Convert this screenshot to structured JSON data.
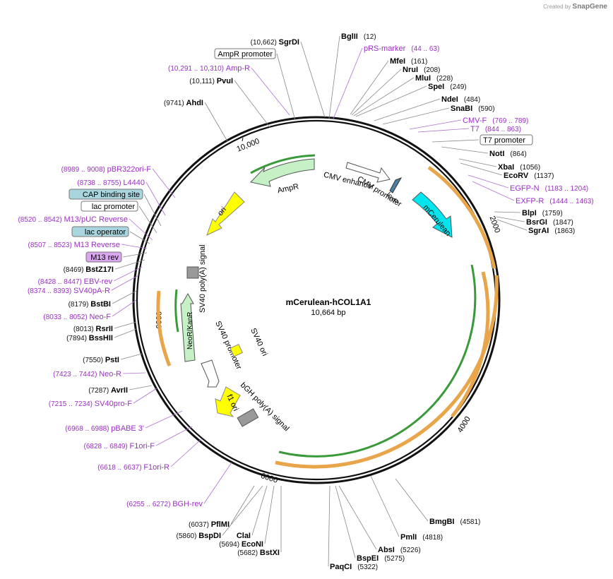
{
  "credit": {
    "prefix": "Created by",
    "brand": "SnapGene"
  },
  "plasmid": {
    "name": "mCerulean-hCOL1A1",
    "length": "10,664 bp"
  },
  "colors": {
    "enzyme": "#000000",
    "primer": "#9b2fc4",
    "feature_box": "#a9d6de",
    "orf_orange": "#e8a54a",
    "green": "#2e8b2e"
  },
  "ticks": [
    "2000",
    "4000",
    "6000",
    "8000",
    "10,000"
  ],
  "labels": [
    {
      "name": "BglII",
      "pos": "(12)",
      "kind": "enzyme"
    },
    {
      "name": "pRS-marker",
      "pos": "(44 .. 63)",
      "kind": "primer"
    },
    {
      "name": "MfeI",
      "pos": "(161)",
      "kind": "enzyme"
    },
    {
      "name": "NruI",
      "pos": "(208)",
      "kind": "enzyme"
    },
    {
      "name": "MluI",
      "pos": "(228)",
      "kind": "enzyme"
    },
    {
      "name": "SpeI",
      "pos": "(249)",
      "kind": "enzyme"
    },
    {
      "name": "NdeI",
      "pos": "(484)",
      "kind": "enzyme"
    },
    {
      "name": "SnaBI",
      "pos": "(590)",
      "kind": "enzyme"
    },
    {
      "name": "CMV-F",
      "pos": "(769 .. 789)",
      "kind": "primer"
    },
    {
      "name": "T7",
      "pos": "(844 .. 863)",
      "kind": "primer"
    },
    {
      "name": "T7 promoter",
      "pos": "",
      "kind": "feature"
    },
    {
      "name": "NotI",
      "pos": "(864)",
      "kind": "enzyme"
    },
    {
      "name": "XbaI",
      "pos": "(1056)",
      "kind": "enzyme"
    },
    {
      "name": "EcoRV",
      "pos": "(1137)",
      "kind": "enzyme"
    },
    {
      "name": "EGFP-N",
      "pos": "(1183 .. 1204)",
      "kind": "primer"
    },
    {
      "name": "EXFP-R",
      "pos": "(1444 .. 1463)",
      "kind": "primer"
    },
    {
      "name": "BlpI",
      "pos": "(1759)",
      "kind": "enzyme"
    },
    {
      "name": "BsrGI",
      "pos": "(1847)",
      "kind": "enzyme"
    },
    {
      "name": "SgrAI",
      "pos": "(1863)",
      "kind": "enzyme"
    },
    {
      "name": "BmgBI",
      "pos": "(4581)",
      "kind": "enzyme"
    },
    {
      "name": "PmlI",
      "pos": "(4818)",
      "kind": "enzyme"
    },
    {
      "name": "AbsI",
      "pos": "(5226)",
      "kind": "enzyme"
    },
    {
      "name": "BspEI",
      "pos": "(5275)",
      "kind": "enzyme"
    },
    {
      "name": "PaqCI",
      "pos": "(5322)",
      "kind": "enzyme"
    },
    {
      "name": "BsmBI",
      "pos": "(6037)",
      "kind": "enzyme",
      "display": "PflMI"
    },
    {
      "name": "BspDI",
      "pos": "(5860)",
      "kind": "enzyme"
    },
    {
      "name": "ClaI",
      "pos": "",
      "kind": "enzyme"
    },
    {
      "name": "EcoNI",
      "pos": "(5694)",
      "kind": "enzyme"
    },
    {
      "name": "BstXI",
      "pos": "(5682)",
      "kind": "enzyme"
    },
    {
      "name": "BGH-rev",
      "pos": "(6255 .. 6272)",
      "kind": "primer"
    },
    {
      "name": "F1ori-R",
      "pos": "(6618 .. 6637)",
      "kind": "primer"
    },
    {
      "name": "F1ori-F",
      "pos": "(6828 .. 6849)",
      "kind": "primer"
    },
    {
      "name": "pBABE 3'",
      "pos": "(6968 .. 6988)",
      "kind": "primer"
    },
    {
      "name": "SV40pro-F",
      "pos": "(7215 .. 7234)",
      "kind": "primer"
    },
    {
      "name": "AvrII",
      "pos": "(7287)",
      "kind": "enzyme"
    },
    {
      "name": "Neo-R",
      "pos": "(7423 .. 7442)",
      "kind": "primer"
    },
    {
      "name": "PstI",
      "pos": "(7550)",
      "kind": "enzyme"
    },
    {
      "name": "BssHII",
      "pos": "(7894)",
      "kind": "enzyme"
    },
    {
      "name": "RsrII",
      "pos": "(8013)",
      "kind": "enzyme"
    },
    {
      "name": "Neo-F",
      "pos": "(8033 .. 8052)",
      "kind": "primer"
    },
    {
      "name": "BstBI",
      "pos": "(8179)",
      "kind": "enzyme"
    },
    {
      "name": "SV40pA-R",
      "pos": "(8374 .. 8393)",
      "kind": "primer"
    },
    {
      "name": "EBV-rev",
      "pos": "(8428 .. 8447)",
      "kind": "primer"
    },
    {
      "name": "BstZ17I",
      "pos": "(8469)",
      "kind": "enzyme"
    },
    {
      "name": "M13 rev",
      "pos": "",
      "kind": "feature_purple"
    },
    {
      "name": "M13 Reverse",
      "pos": "(8507 .. 8523)",
      "kind": "primer"
    },
    {
      "name": "lac operator",
      "pos": "",
      "kind": "feature_blue"
    },
    {
      "name": "M13/pUC Reverse",
      "pos": "(8520 .. 8542)",
      "kind": "primer"
    },
    {
      "name": "lac promoter",
      "pos": "",
      "kind": "feature"
    },
    {
      "name": "CAP binding site",
      "pos": "",
      "kind": "feature_blue"
    },
    {
      "name": "L4440",
      "pos": "(8738 .. 8755)",
      "kind": "primer"
    },
    {
      "name": "pBR322ori-F",
      "pos": "(8989 .. 9008)",
      "kind": "primer"
    },
    {
      "name": "AhdI",
      "pos": "(9741)",
      "kind": "enzyme"
    },
    {
      "name": "PvuI",
      "pos": "(10,111)",
      "kind": "enzyme"
    },
    {
      "name": "Amp-R",
      "pos": "(10,291 .. 10,310)",
      "kind": "primer"
    },
    {
      "name": "AmpR promoter",
      "pos": "",
      "kind": "feature"
    },
    {
      "name": "SgrDI",
      "pos": "(10,662)",
      "kind": "enzyme"
    }
  ],
  "features": {
    "ampr": "AmpR",
    "ori": "ori",
    "cmv_enhancer": "CMV enhancer",
    "cmv_promoter": "CMV promoter",
    "loxp": "loxP",
    "mcerulean": "mCerulean",
    "sv40_polya": "SV40 poly(A) signal",
    "neokanr": "NeoR/KanR",
    "sv40_promoter": "SV40 promoter",
    "sv40_ori": "SV40 ori",
    "f1_ori": "f1 ori",
    "bgh_polya": "bGH poly(A) signal"
  }
}
